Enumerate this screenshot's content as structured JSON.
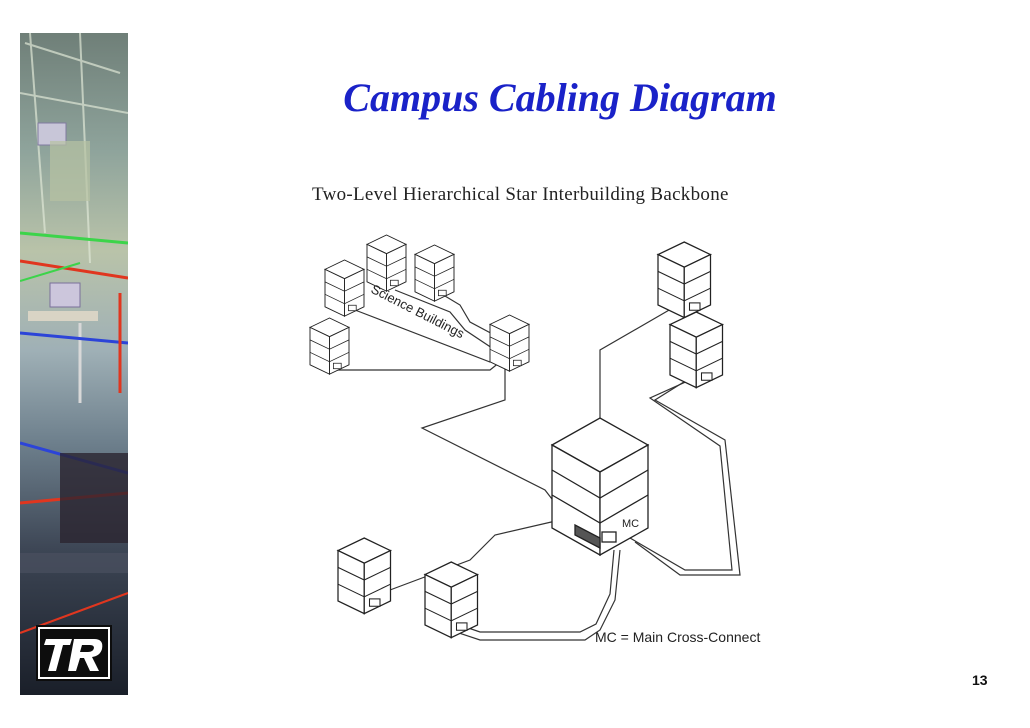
{
  "slide": {
    "title": "Campus Cabling Diagram",
    "page_number": "13"
  },
  "sidebar": {
    "image": "office-building-cutaway-image",
    "logo": "tr-logo-icon"
  },
  "diagram": {
    "title": "Two-Level Hierarchical Star Interbuilding Backbone",
    "group_label": "Science Buildings",
    "mc_label": "MC",
    "legend": "MC = Main Cross-Connect"
  }
}
